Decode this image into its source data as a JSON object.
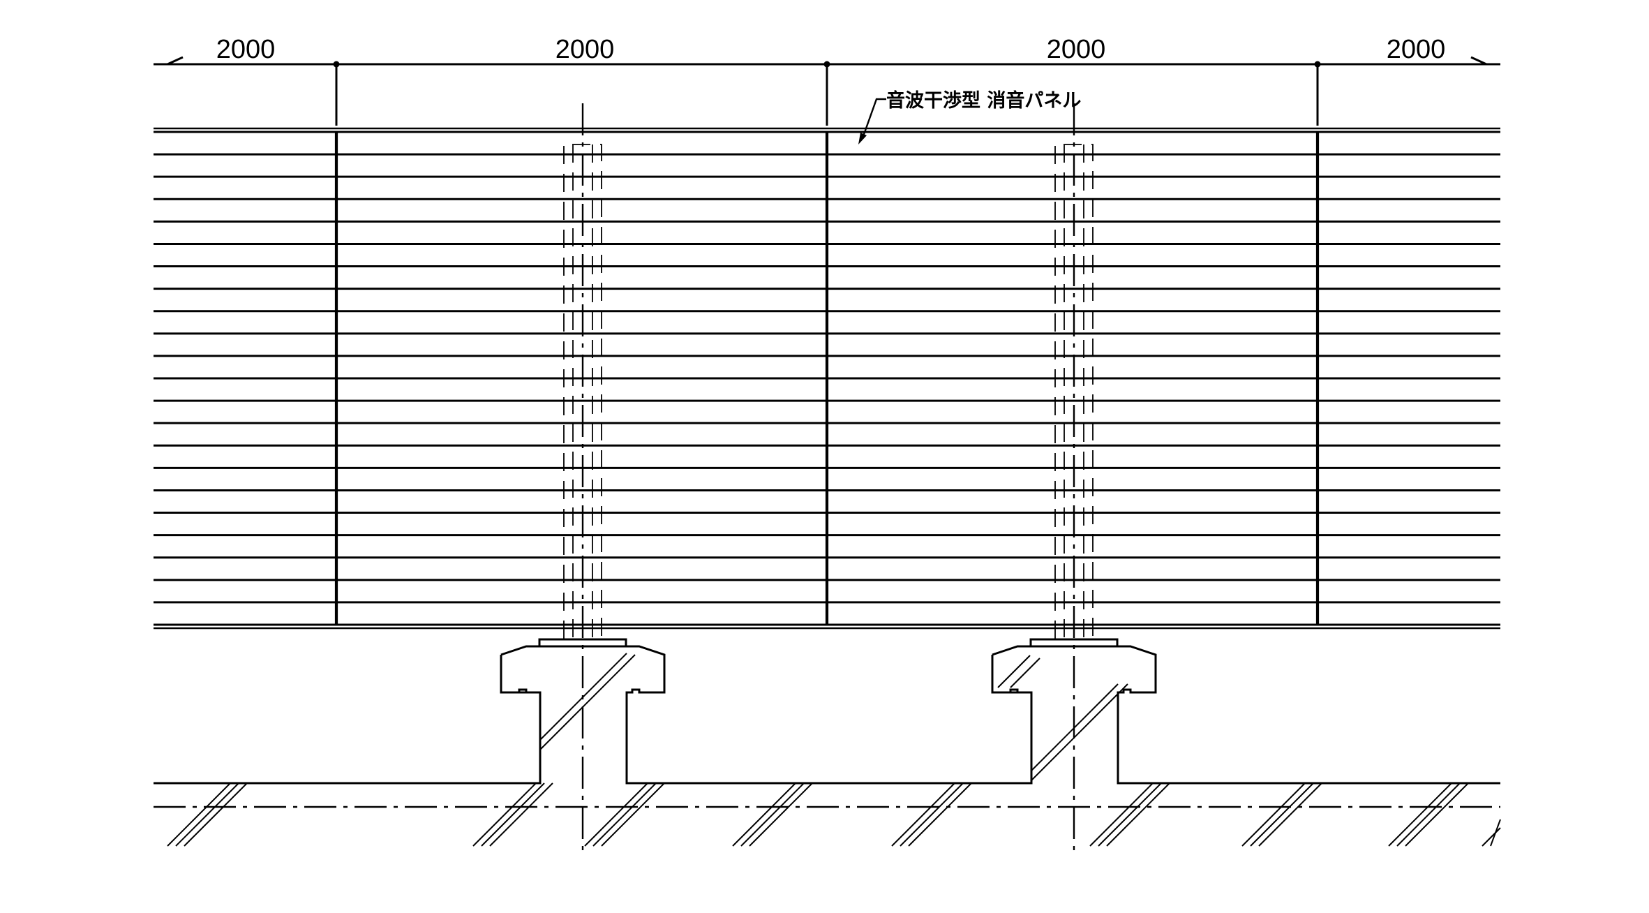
{
  "dimensions": {
    "labels": [
      "2000",
      "2000",
      "2000",
      "2000"
    ]
  },
  "annotation": {
    "panel_label": "音波干渉型 消音パネル"
  },
  "panels": {
    "count": 4,
    "line_count": 23
  },
  "supports": {
    "count": 2
  }
}
